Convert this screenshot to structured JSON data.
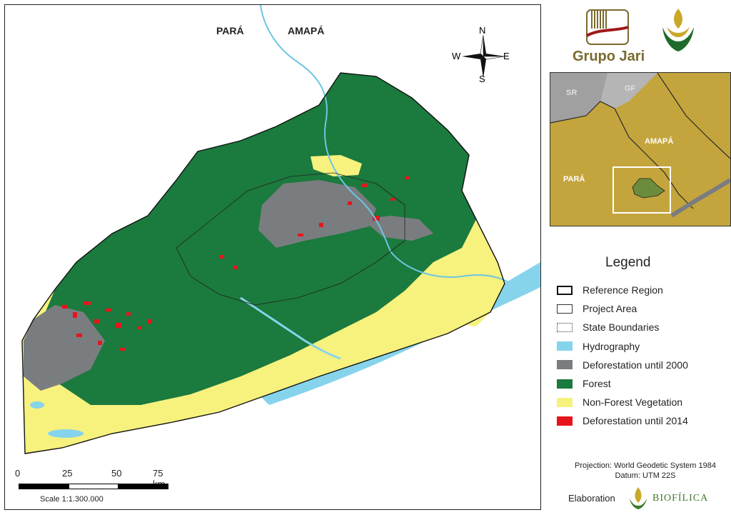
{
  "map": {
    "labels": {
      "para": "PARÁ",
      "amapa": "AMAPÁ"
    },
    "compass": {
      "n": "N",
      "s": "S",
      "e": "E",
      "w": "W"
    },
    "scale": {
      "ticks": [
        "0",
        "25",
        "50",
        "75 km"
      ],
      "caption": "Scale 1:1.300.000"
    },
    "colors": {
      "forest": "#1b7a3d",
      "deforestation_2000": "#7a7d80",
      "non_forest": "#f7f17e",
      "deforestation_2014": "#e8141c",
      "hydrography": "#86d4ec"
    }
  },
  "logos": {
    "grupo_jari": "Grupo Jari",
    "biofilica": "BIOFÍLICA"
  },
  "inset": {
    "labels": {
      "sr": "SR",
      "gf": "GF",
      "amapa": "AMAPÁ",
      "para": "PARÁ"
    }
  },
  "legend": {
    "title": "Legend",
    "items": [
      {
        "label": "Reference Region",
        "style": "outline-bold"
      },
      {
        "label": "Project Area",
        "style": "outline"
      },
      {
        "label": "State Boundaries",
        "style": "dotted"
      },
      {
        "label": "Hydrography",
        "color": "#86d4ec"
      },
      {
        "label": "Deforestation until 2000",
        "color": "#7a7d80"
      },
      {
        "label": "Forest",
        "color": "#1b7a3d"
      },
      {
        "label": "Non-Forest Vegetation",
        "color": "#f7f17e"
      },
      {
        "label": "Deforestation until 2014",
        "color": "#e8141c"
      }
    ]
  },
  "footer": {
    "projection": "Projection: World Geodetic System 1984",
    "datum": "Datum: UTM 22S",
    "elaboration": "Elaboration"
  }
}
